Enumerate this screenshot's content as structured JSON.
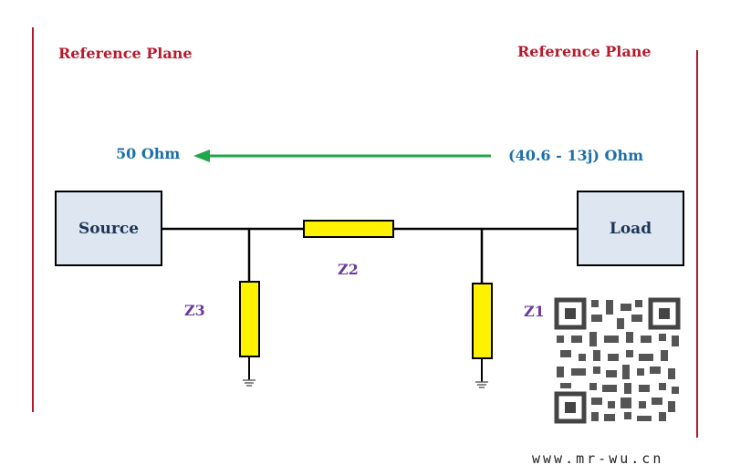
{
  "reference_plane_left": "Reference Plane",
  "reference_plane_right": "Reference Plane",
  "impedance_target": "50 Ohm",
  "impedance_load": "(40.6 - 13j) Ohm",
  "source_label": "Source",
  "load_label": "Load",
  "z1_label": "Z1",
  "z2_label": "Z2",
  "z3_label": "Z3",
  "footer_url": "www.mr-wu.cn",
  "colors": {
    "reference": "#b81a2b",
    "impedance": "#1d6fa8",
    "arrow": "#22a64a",
    "component_fill": "#fff200",
    "box_fill": "#dde6f1",
    "z_label": "#6b3aa0"
  }
}
